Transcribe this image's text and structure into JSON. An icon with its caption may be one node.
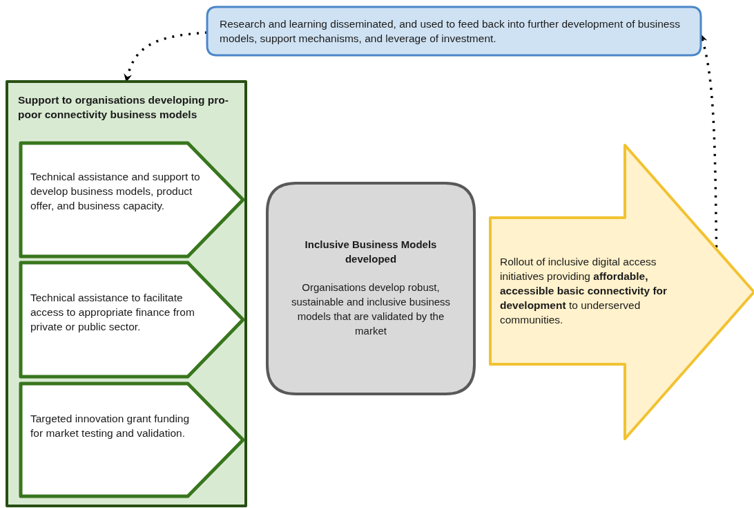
{
  "diagram": {
    "nodes": [
      {
        "text": [
          "Research and learning disseminated, and used to feed back into further development of business models, support mechanisms, and leverage of investment."
        ]
      },
      {
        "text": [
          "Support to organisations developing pro-poor connectivity business models"
        ]
      },
      {
        "text": [
          "Technical assistance and support to develop business models, product offer, and business capacity."
        ],
        "in": 1
      },
      {
        "text": [
          "Technical assistance to facilitate access to appropriate finance from private or public sector."
        ],
        "in": 1
      },
      {
        "text": [
          "Targeted innovation grant funding for market testing and validation."
        ],
        "in": 1
      },
      {
        "text": [
          "Inclusive Business Models developed",
          "Organisations develop robust, sustainable and inclusive business models that are validated by the market"
        ]
      },
      {
        "text": [
          "Rollout of inclusive digital access initiatives providing **affordable, accessible basic connectivity for development** to underserved communities."
        ]
      }
    ],
    "edges": [
      {
        "from": 0,
        "to": 1,
        "arrow": "to",
        "style": "dashed"
      },
      {
        "from": 6,
        "to": 0,
        "arrow": "to",
        "style": "dashed"
      }
    ]
  }
}
